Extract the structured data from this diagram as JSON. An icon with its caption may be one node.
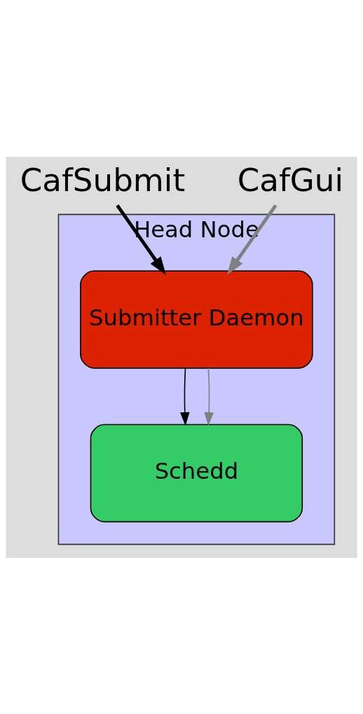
{
  "diagram": {
    "nodes": [
      {
        "text": [
          "CafSubmit"
        ]
      },
      {
        "text": [
          "CafGui"
        ]
      },
      {
        "text": [
          "Head Node"
        ]
      },
      {
        "text": [
          "Submitter Daemon"
        ],
        "in": 2
      },
      {
        "text": [
          "Schedd"
        ],
        "in": 2
      }
    ],
    "edges": [
      {
        "from": 0,
        "to": 3,
        "arrow": "to",
        "style": "thick"
      },
      {
        "from": 1,
        "to": 3,
        "arrow": "to",
        "style": "thick",
        "color": "#808080"
      },
      {
        "from": 3,
        "to": 4,
        "arrow": "to"
      },
      {
        "from": 3,
        "to": 4,
        "arrow": "to",
        "color": "#808080"
      }
    ]
  }
}
